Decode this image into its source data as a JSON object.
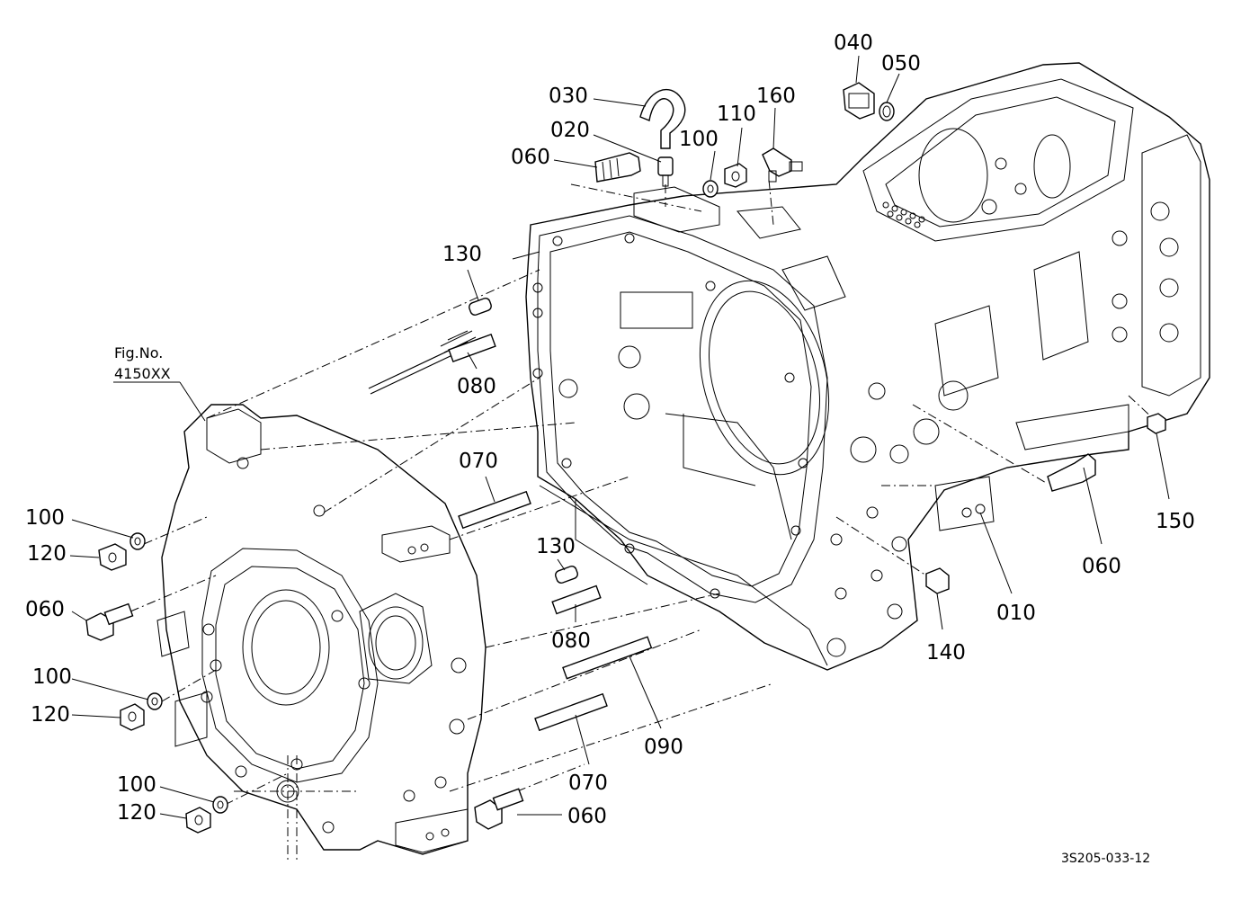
{
  "diagram": {
    "callouts": {
      "c010": "010",
      "c020": "020",
      "c030": "030",
      "c040": "040",
      "c050": "050",
      "c060_top": "060",
      "c060_right": "060",
      "c060_left": "060",
      "c060_bottom": "060",
      "c070_mid": "070",
      "c070_bottom": "070",
      "c080_top": "080",
      "c080_mid": "080",
      "c090": "090",
      "c100_top": "100",
      "c100_l1": "100",
      "c100_l2": "100",
      "c100_l3": "100",
      "c110": "110",
      "c120_l1": "120",
      "c120_l2": "120",
      "c120_l3": "120",
      "c130_top": "130",
      "c130_mid": "130",
      "c140": "140",
      "c150": "150",
      "c160": "160"
    },
    "fig_ref": {
      "line1": "Fig.No.",
      "line2": "4150XX"
    },
    "drawing_code": "3S205-033-12"
  }
}
